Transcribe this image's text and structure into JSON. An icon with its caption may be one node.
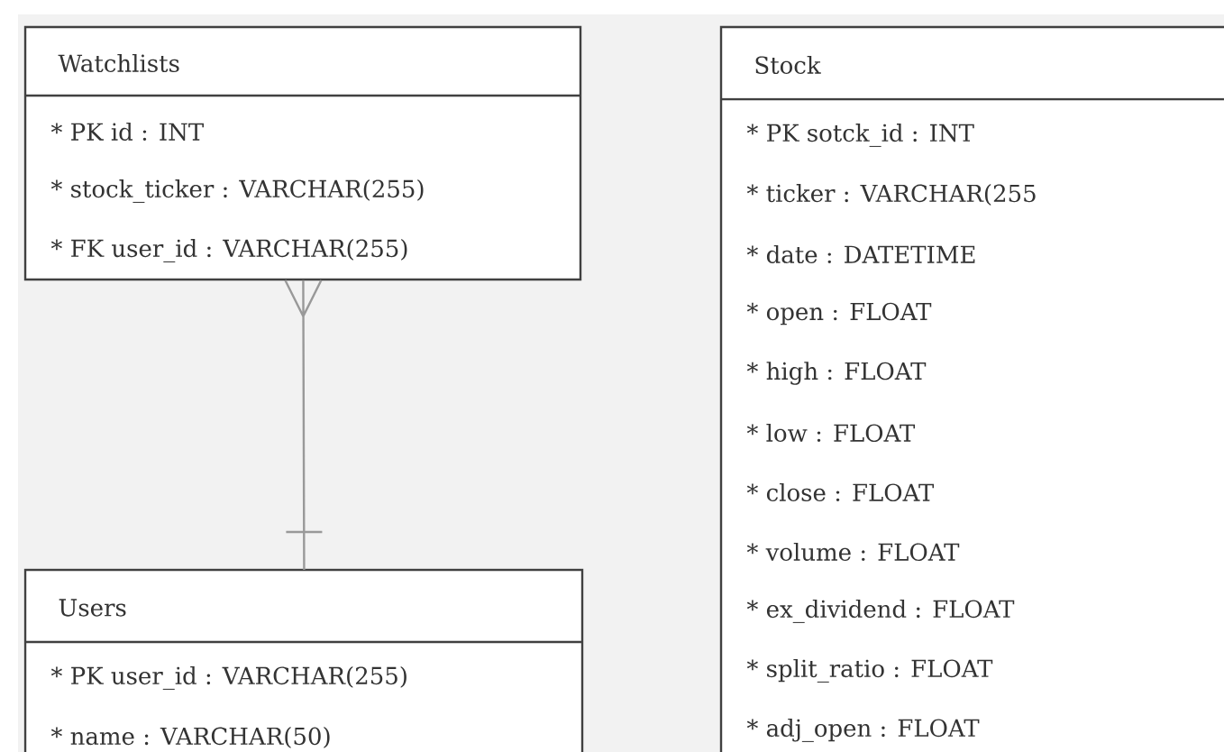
{
  "diagram": {
    "nodes": [
      {
        "text": [
          "Watchlists",
          "* PK id : INT",
          "* stock_ticker : VARCHAR(255)",
          "* FK user_id : VARCHAR(255)"
        ]
      },
      {
        "text": [
          "Users",
          "* PK user_id : VARCHAR(255)",
          "* name : VARCHAR(50)"
        ]
      },
      {
        "text": [
          "Stock",
          "* PK sotck_id : INT",
          "* ticker : VARCHAR(255",
          "* date : DATETIME",
          "* open : FLOAT",
          "* high : FLOAT",
          "* low : FLOAT",
          "* close : FLOAT",
          "* volume : FLOAT",
          "* ex_dividend : FLOAT",
          "* split_ratio : FLOAT",
          "* adj_open : FLOAT"
        ]
      }
    ],
    "edges": [
      {
        "from": 0,
        "to": 1,
        "arrow": "other"
      }
    ]
  }
}
